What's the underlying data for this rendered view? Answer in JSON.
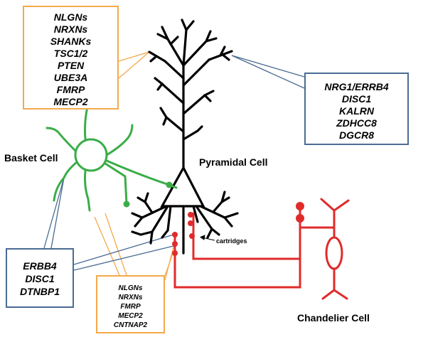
{
  "boxes": {
    "top_left": [
      "NLGNs",
      "NRXNs",
      "SHANKs",
      "TSC1/2",
      "PTEN",
      "UBE3A",
      "FMRP",
      "MECP2"
    ],
    "top_right": [
      "NRG1/ERRB4",
      "DISC1",
      "KALRN",
      "ZDHCC8",
      "DGCR8"
    ],
    "bottom_left": [
      "ERBB4",
      "DISC1",
      "DTNBP1"
    ],
    "bottom_mid": [
      "NLGNs",
      "NRXNs",
      "FMRP",
      "MECP2",
      "CNTNAP2"
    ]
  },
  "labels": {
    "basket": "Basket Cell",
    "pyramidal": "Pyramidal Cell",
    "chandelier": "Chandelier Cell",
    "cartridges": "cartridges"
  },
  "colors": {
    "pyramidal": "#000000",
    "basket": "#3aad48",
    "chandelier": "#e02b2b",
    "orange_box": "#f5a94b",
    "blue_box": "#4a6b93"
  }
}
